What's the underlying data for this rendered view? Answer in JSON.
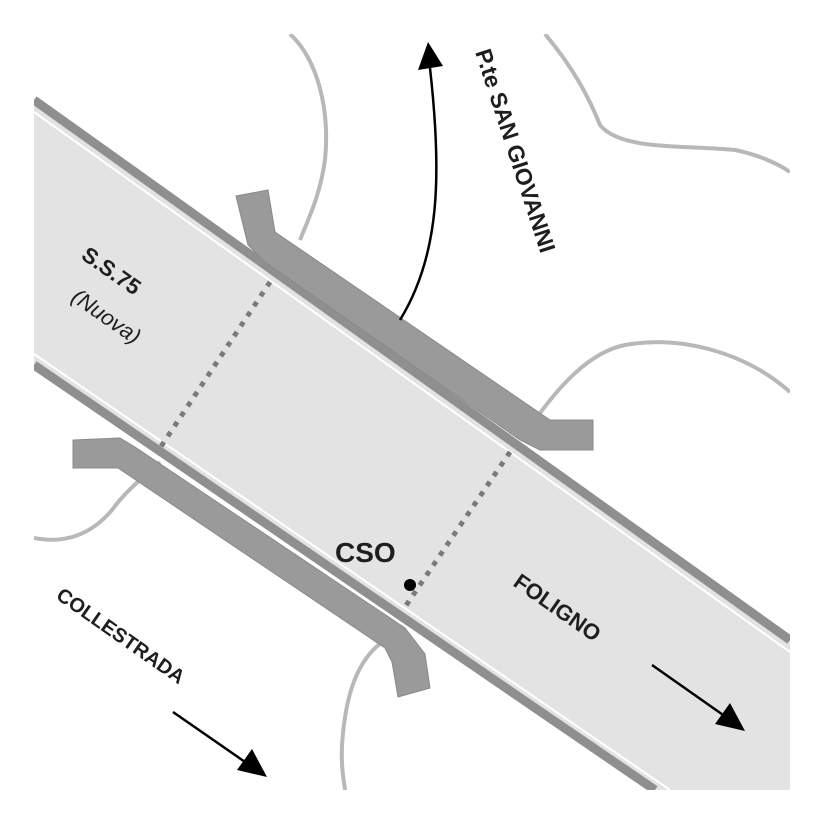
{
  "labels": {
    "road_name": "S.S.75",
    "road_qualifier": "(Nuova)",
    "north_destination": "P.te SAN GIOVANNI",
    "east_destination": "FOLIGNO",
    "southwest_destination": "COLLESTRADA",
    "point_label": "CSO"
  },
  "colors": {
    "road_fill": "#e3e3e3",
    "road_edge": "#8f8f8f",
    "bridge_deck": "#9a9a9a",
    "contour": "#b8b8b8",
    "text": "#1e1e1e",
    "arrow": "#000000"
  }
}
